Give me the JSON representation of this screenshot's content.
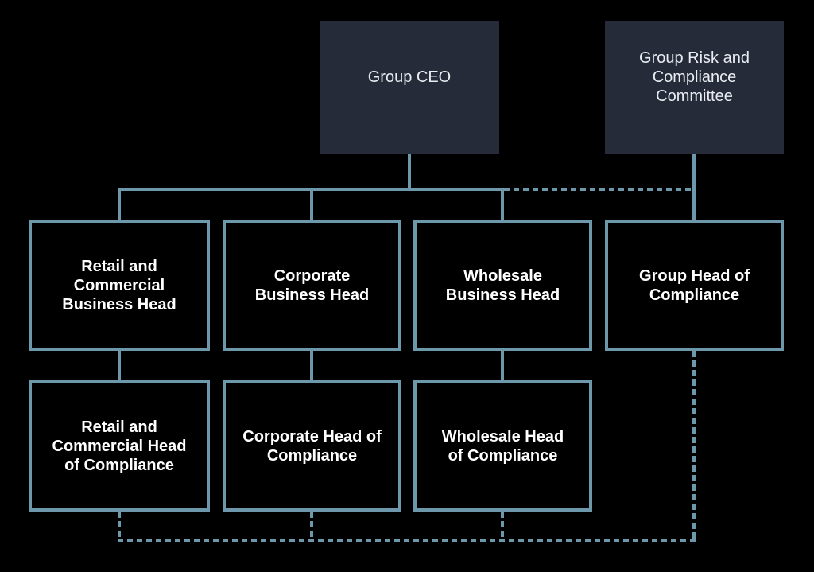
{
  "colors": {
    "background": "#000000",
    "line": "#6d98ab",
    "box_fill": "#262b3a",
    "box_text": "#e9ecf1",
    "outline_text": "#ffffff"
  },
  "nodes": {
    "ceo": {
      "label": "Group CEO"
    },
    "committee": {
      "label": "Group Risk and\nCompliance\nCommittee"
    },
    "retail_business": {
      "label": "Retail and\nCommercial\nBusiness Head"
    },
    "corporate_business": {
      "label": "Corporate\nBusiness Head"
    },
    "wholesale_business": {
      "label": "Wholesale\nBusiness Head"
    },
    "group_compliance": {
      "label": "Group Head of\nCompliance"
    },
    "retail_compliance": {
      "label": "Retail and\nCommercial Head\nof Compliance"
    },
    "corporate_compliance": {
      "label": "Corporate Head of\nCompliance"
    },
    "wholesale_compliance": {
      "label": "Wholesale Head\nof Compliance"
    }
  }
}
